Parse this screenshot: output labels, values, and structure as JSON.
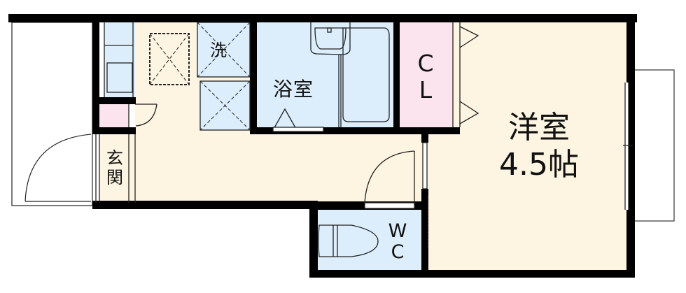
{
  "floorplan": {
    "rooms": {
      "western_room": {
        "name": "洋室",
        "size": "4.5帖"
      },
      "bathroom": {
        "name": "浴室"
      },
      "closet": {
        "line1": "C",
        "line2": "L"
      },
      "washroom": {
        "name": "洗"
      },
      "entrance": {
        "line1": "玄",
        "line2": "関"
      },
      "toilet": {
        "line1": "W",
        "line2": "C"
      }
    },
    "colors": {
      "wall": "#000000",
      "floor_wood": "#fdf4e1",
      "wet_area": "#dcedfb",
      "storage": "#fbe4ee",
      "outside": "#ffffff"
    }
  }
}
